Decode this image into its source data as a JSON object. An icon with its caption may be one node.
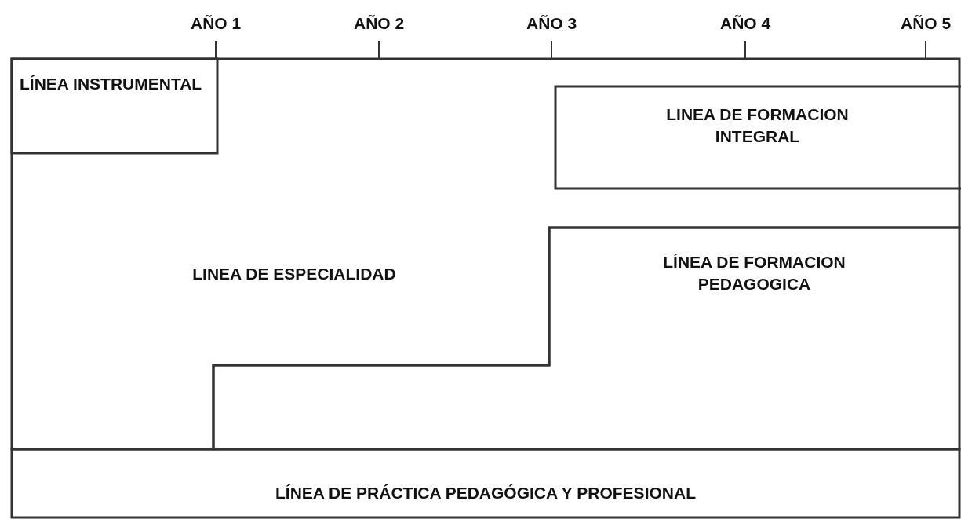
{
  "diagram": {
    "nodes": [
      {
        "text": [
          "LÍNEA INSTRUMENTAL"
        ],
        "in": 2
      },
      {
        "text": [
          "LINEA DE FORMACION INTEGRAL"
        ],
        "in": 2
      },
      {
        "text": [
          "LINEA DE ESPECIALIDAD"
        ]
      },
      {
        "text": [
          "LÍNEA DE FORMACION PEDAGOGICA"
        ]
      },
      {
        "text": [
          "LÍNEA DE PRÁCTICA PEDAGÓGICA Y PROFESIONAL"
        ]
      }
    ],
    "edges": [],
    "labels": [
      "AÑO 1",
      "AÑO 2",
      "AÑO 3",
      "AÑO 4",
      "AÑO 5"
    ]
  }
}
